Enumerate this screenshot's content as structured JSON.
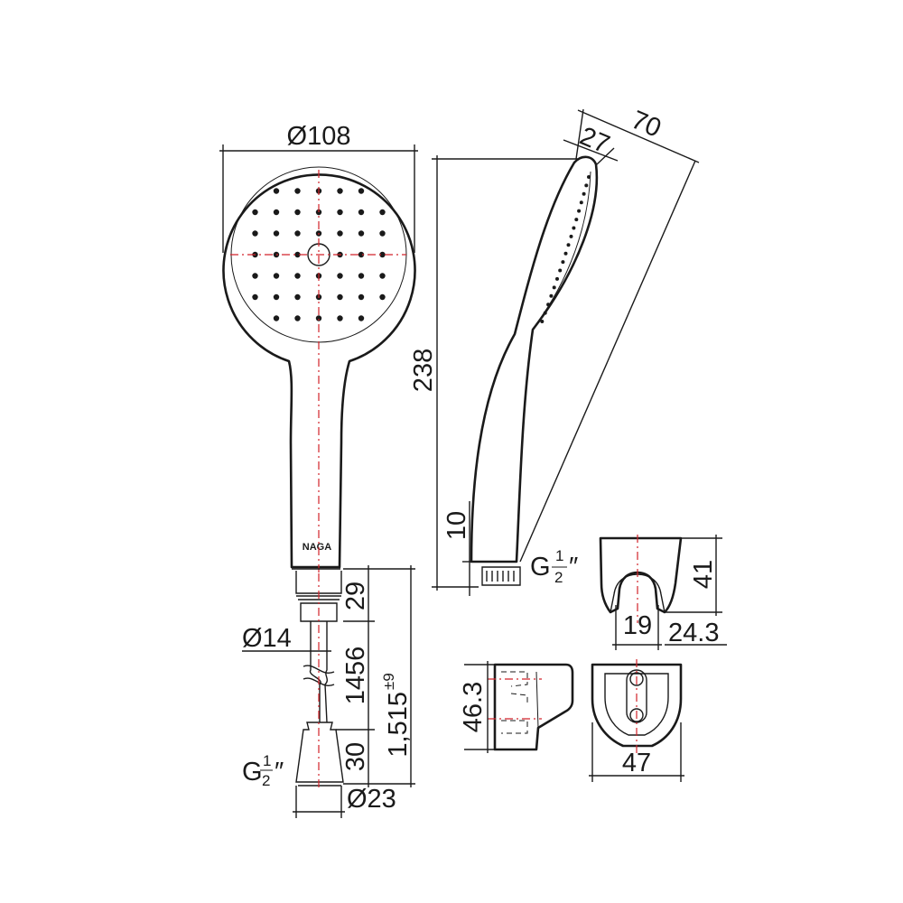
{
  "dimensions": {
    "head_diameter": "Ø108",
    "side_depth": "70",
    "side_face_depth": "27",
    "overall_length": "238",
    "connector_height": "10",
    "thread_label_side": "G",
    "thread_label_hose": "G",
    "fraction_num": "1",
    "fraction_den": "2",
    "inch_mark": "″",
    "hose_top_fitting": "29",
    "hose_diameter": "Ø14",
    "hose_length": "1456",
    "hose_total": "1,515",
    "hose_total_tol": "±9",
    "hose_end_fitting": "30",
    "hose_end_diameter": "Ø23",
    "holder_height": "41",
    "holder_opening": "19",
    "holder_width": "24.3",
    "bracket_height": "46.3",
    "bracket_width": "47"
  },
  "brand_mark": "NAGA"
}
